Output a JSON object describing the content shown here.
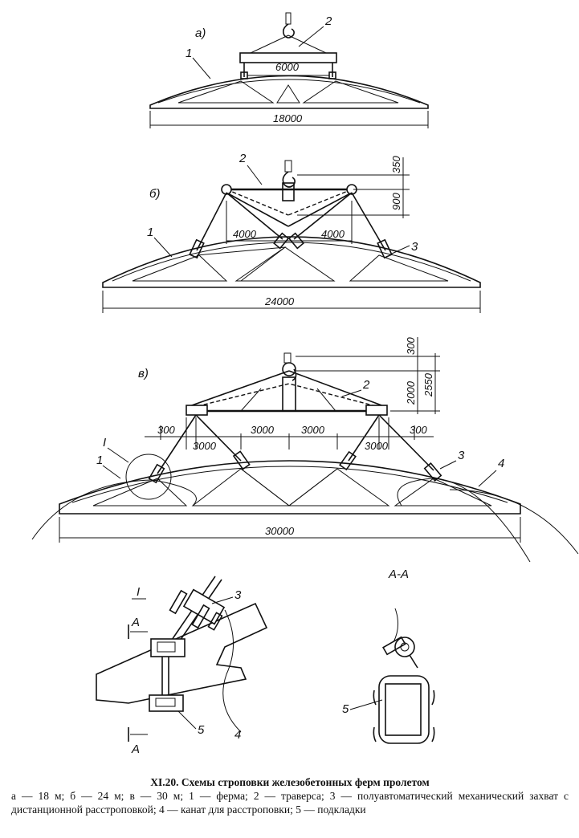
{
  "labels": {
    "a": "а)",
    "b": "б)",
    "v": "в)",
    "section": "А-А",
    "detail": "I",
    "detail_marker": "I",
    "cut": "А"
  },
  "callouts": [
    "1",
    "2",
    "3",
    "4",
    "5"
  ],
  "dimensions": {
    "a": {
      "traverse": "6000",
      "span": "18000"
    },
    "b": {
      "half_left": "4000",
      "half_right": "4000",
      "h_top": "350",
      "h_mid": "900",
      "span": "24000"
    },
    "v": {
      "edge_left": "300",
      "seg1": "3000",
      "seg2": "3000",
      "seg3": "3000",
      "seg4": "3000",
      "seg5": "3000",
      "edge_right": "300",
      "h_top": "300",
      "h_mid": "2000",
      "h_total": "2550",
      "span": "30000"
    }
  },
  "caption": {
    "title": "XI.20. Схемы строповки железобетонных ферм пролетом",
    "spans": [
      "а — 18 м;",
      "б — 24 м;",
      "в — 30 м;",
      "1 — ферма;",
      "2 — траверса;",
      "3 — полуавтоматический механический захват с дистанционной расстроповкой;",
      "4 — канат для расстроповки;",
      "5 — подкладки"
    ]
  }
}
